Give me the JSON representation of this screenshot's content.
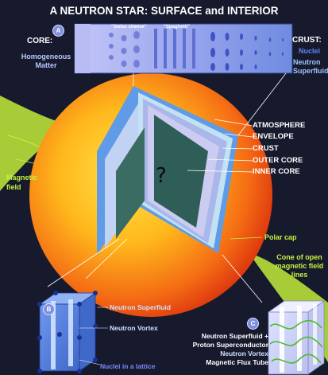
{
  "title": "A NEUTRON STAR: SURFACE and INTERIOR",
  "callouts": {
    "a": "A",
    "b": "B",
    "c": "C"
  },
  "core_box": {
    "label": "CORE:",
    "subtitle": "Homogeneous Matter"
  },
  "crust_box": {
    "label": "CRUST:",
    "nuclei": "Nuclei",
    "superfluid": "Neutron Superfluid"
  },
  "strip_labels": {
    "swiss": "\"Swiss cheese\"",
    "spaghetti": "\"Spaghetti\""
  },
  "layers": [
    "ATMOSPHERE",
    "ENVELOPE",
    "CRUST",
    "OUTER CORE",
    "INNER CORE"
  ],
  "center_mark": "?",
  "magnetic_field": "Magnetic field",
  "polar_cap": "Polar cap",
  "open_field": "Cone of open magnetic field lines",
  "cube_b": {
    "superfluid": "Neutron Superfluid",
    "vortex": "Neutron Vortex",
    "nuclei": "Nuclei in a lattice"
  },
  "cube_c": {
    "line1": "Neutron Superfluid +",
    "line2": "Proton Superconductor",
    "line3": "Neutron Vortex",
    "line4": "Magnetic Flux Tube"
  },
  "colors": {
    "background": "#161a2c",
    "star_core": "#ffd23a",
    "star_edge": "#e84a10",
    "atmosphere": "#5f9be6",
    "envelope": "#c2e2f4",
    "crust": "#a9b7ea",
    "outer_core": "#ccccf2",
    "inner_core": "#2f5e58",
    "field_lines": "#c6f23c"
  }
}
